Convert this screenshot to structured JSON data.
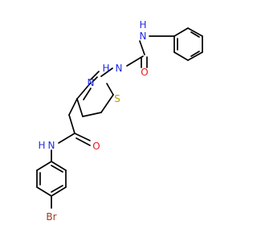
{
  "atom_colors": {
    "N": "#1d2bea",
    "O": "#e8171b",
    "S": "#b5a000",
    "Br": "#9c3a17",
    "C": "#000000"
  },
  "labels": {
    "n_upper_nh": "N",
    "h_upper_nh": "H",
    "n_mid_nh": "N",
    "h_mid_nh": "H",
    "o_urea": "O",
    "n_thiazole": "N",
    "s_thiazole": "S",
    "o_amide": "O",
    "n_amide": "N",
    "h_amide": "H",
    "br": "Br"
  }
}
